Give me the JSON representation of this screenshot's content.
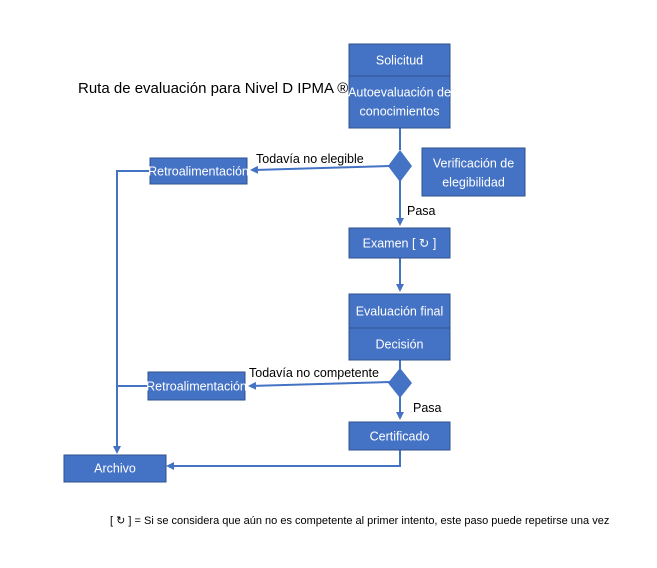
{
  "title": "Ruta de evaluación para Nivel D IPMA ®",
  "colors": {
    "box_fill": "#4472C4",
    "box_border": "#2F528F",
    "connector": "#4472C4",
    "text_light": "#FFFFFF"
  },
  "boxes": {
    "solicitud": "Solicitud",
    "autoevaluacion_line1": "Autoevaluación de",
    "autoevaluacion_line2": "conocimientos",
    "verificacion_line1": "Verificación de",
    "verificacion_line2": "elegibilidad",
    "retro_1": "Retroalimentación",
    "examen": "Examen [ ↻ ]",
    "evaluacion_final": "Evaluación final",
    "decision": "Decisión",
    "retro_2": "Retroalimentación",
    "certificado": "Certificado",
    "archivo": "Archivo"
  },
  "edge_labels": {
    "no_elegible": "Todavía no elegible",
    "pasa_1": "Pasa",
    "no_competente": "Todavía no competente",
    "pasa_2": "Pasa"
  },
  "footnote": "[ ↻ ] = Si se considera que aún no es competente al primer intento, este paso puede repetirse una vez"
}
